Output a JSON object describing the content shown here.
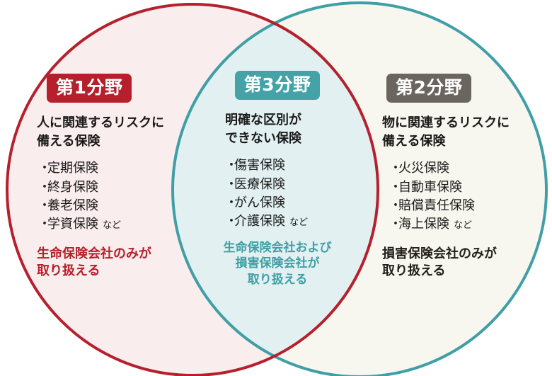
{
  "diagram": {
    "type": "venn-two-circle",
    "colors": {
      "left_stroke": "#b5202c",
      "left_fill": "#faeded",
      "right_stroke": "#3f9fa6",
      "right_fill": "#f8f7ef",
      "overlap_fill": "#e2f0f1",
      "badge_left_bg": "#b5202c",
      "badge_center_bg": "#45a3a8",
      "badge_right_bg": "#6b6560",
      "text_dark": "#1a1a1a"
    }
  },
  "left": {
    "badge": "第1分野",
    "headline": "人に関連するリスクに\n備える保険",
    "items": [
      {
        "bullet": "・",
        "label": "定期保険",
        "suffix": ""
      },
      {
        "bullet": "・",
        "label": "終身保険",
        "suffix": ""
      },
      {
        "bullet": "・",
        "label": "養老保険",
        "suffix": ""
      },
      {
        "bullet": "・",
        "label": "学資保険",
        "suffix": "など"
      }
    ],
    "footer": "生命保険会社のみが\n取り扱える"
  },
  "center": {
    "badge": "第3分野",
    "headline": "明確な区別が\nできない保険",
    "items": [
      {
        "bullet": "・",
        "label": "傷害保険",
        "suffix": ""
      },
      {
        "bullet": "・",
        "label": "医療保険",
        "suffix": ""
      },
      {
        "bullet": "・",
        "label": "がん保険",
        "suffix": ""
      },
      {
        "bullet": "・",
        "label": "介護保険",
        "suffix": "など"
      }
    ],
    "footer": "生命保険会社および\n損害保険会社が\n取り扱える"
  },
  "right": {
    "badge": "第2分野",
    "headline": "物に関連するリスクに\n備える保険",
    "items": [
      {
        "bullet": "・",
        "label": "火災保険",
        "suffix": ""
      },
      {
        "bullet": "・",
        "label": "自動車保険",
        "suffix": ""
      },
      {
        "bullet": "・",
        "label": "賠償責任保険",
        "suffix": ""
      },
      {
        "bullet": "・",
        "label": "海上保険",
        "suffix": "など"
      }
    ],
    "footer": "損害保険会社のみが\n取り扱える"
  }
}
